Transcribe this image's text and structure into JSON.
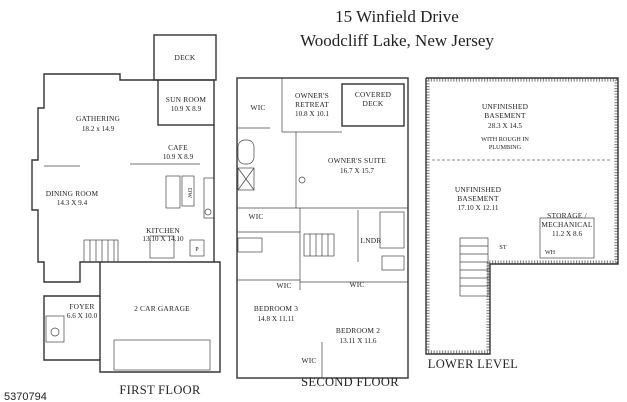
{
  "header": {
    "address_line1": "15 Winfield Drive",
    "address_line2": "Woodcliff Lake, New Jersey"
  },
  "listing_id": "5370794",
  "floors": {
    "first": {
      "label": "FIRST FLOOR",
      "rooms": {
        "deck": {
          "name": "DECK"
        },
        "sun_room": {
          "name": "SUN ROOM",
          "dims": "10.9 X 8.9"
        },
        "gathering": {
          "name": "GATHERING",
          "dims": "18.2 x 14.9"
        },
        "cafe": {
          "name": "CAFE",
          "dims": "10.9 X 8.9"
        },
        "dining": {
          "name": "DINING ROOM",
          "dims": "14.3 X 9.4"
        },
        "kitchen": {
          "name": "KITCHEN",
          "dims": "13.10 X 14.10"
        },
        "foyer": {
          "name": "FOYER",
          "dims": "6.6 X 10.0"
        },
        "garage": {
          "name": "2 CAR GARAGE"
        }
      },
      "marks": {
        "p": "P",
        "dw": "DW"
      }
    },
    "second": {
      "label": "SECOND FLOOR",
      "rooms": {
        "owners_retreat": {
          "name1": "OWNER'S",
          "name2": "RETREAT",
          "dims": "10.8 X 10.1"
        },
        "covered_deck": {
          "name1": "COVERED",
          "name2": "DECK"
        },
        "owners_suite": {
          "name": "OWNER'S SUITE",
          "dims": "16.7 X 15.7"
        },
        "wic_top": {
          "name": "WIC"
        },
        "wic_mid": {
          "name": "WIC"
        },
        "wic_b3": {
          "name": "WIC"
        },
        "wic_b2": {
          "name": "WIC"
        },
        "wic_bottom": {
          "name": "WIC"
        },
        "lndr": {
          "name": "LNDR"
        },
        "bedroom3": {
          "name": "BEDROOM 3",
          "dims": "14.8 X 11.11"
        },
        "bedroom2": {
          "name": "BEDROOM 2",
          "dims": "13.11 X 11.6"
        }
      }
    },
    "lower": {
      "label": "LOWER LEVEL",
      "rooms": {
        "unfinished_top": {
          "name1": "UNFINISHED",
          "name2": "BASEMENT",
          "dims": "28.3 X 14.5",
          "note1": "WITH ROUGH IN",
          "note2": "PLUMBING"
        },
        "unfinished_mid": {
          "name1": "UNFINISHED",
          "name2": "BASEMENT",
          "dims": "17.10 X 12.11"
        },
        "storage": {
          "name1": "STORAGE /",
          "name2": "MECHANICAL",
          "dims": "11.2 X 8.6"
        }
      },
      "marks": {
        "st": "ST",
        "wh": "WH"
      }
    }
  }
}
